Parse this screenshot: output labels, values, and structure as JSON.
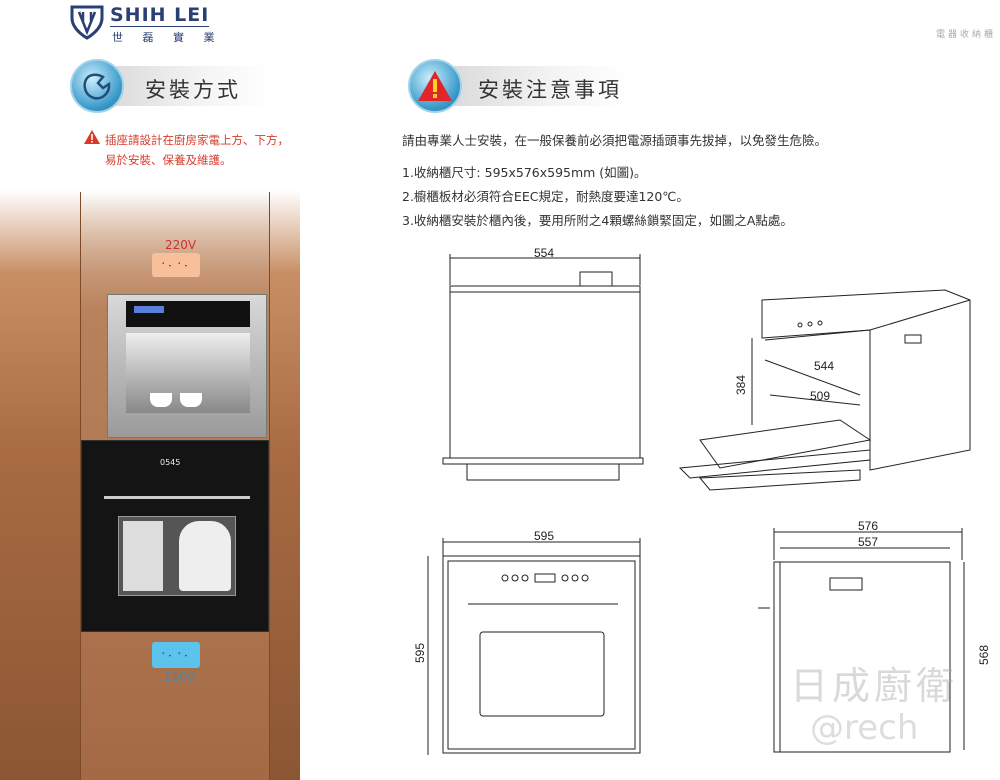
{
  "brand": {
    "name_en": "SHIH LEI",
    "name_zh": "世 磊 實 業"
  },
  "corner_label": "電器收納櫃",
  "install_method": {
    "title": "安裝方式",
    "note_line1": "插座請設計在廚房家電上方、下方，",
    "note_line2": "易於安裝、保養及維護。",
    "socket_top": "220V",
    "socket_bottom": "110V",
    "oven_display": "0545"
  },
  "precautions": {
    "title": "安裝注意事項",
    "intro": "請由專業人士安裝，在一般保養前必須把電源插頭事先拔掉，以免發生危險。",
    "items": [
      "1.收納櫃尺寸: 595x576x595mm (如圖)。",
      "2.櫥櫃板材必須符合EEC規定，耐熱度要達120℃。",
      "3.收納櫃安裝於櫃內後，要用所附之4顆螺絲鎖緊固定，如圖之A點處。"
    ]
  },
  "dimensions": {
    "top_width": "554",
    "iso_height": "384",
    "iso_depth": "544",
    "iso_inner": "509",
    "front_width": "595",
    "front_height": "595",
    "side_depth": "576",
    "side_inner": "557",
    "side_height": "568"
  },
  "watermark": {
    "text1": "日成廚衛",
    "text2": "@rech"
  },
  "colors": {
    "brand": "#2a3f73",
    "warning": "#d83a2a",
    "socket_220": "#f7c09a",
    "socket_110": "#5bc3ec"
  }
}
